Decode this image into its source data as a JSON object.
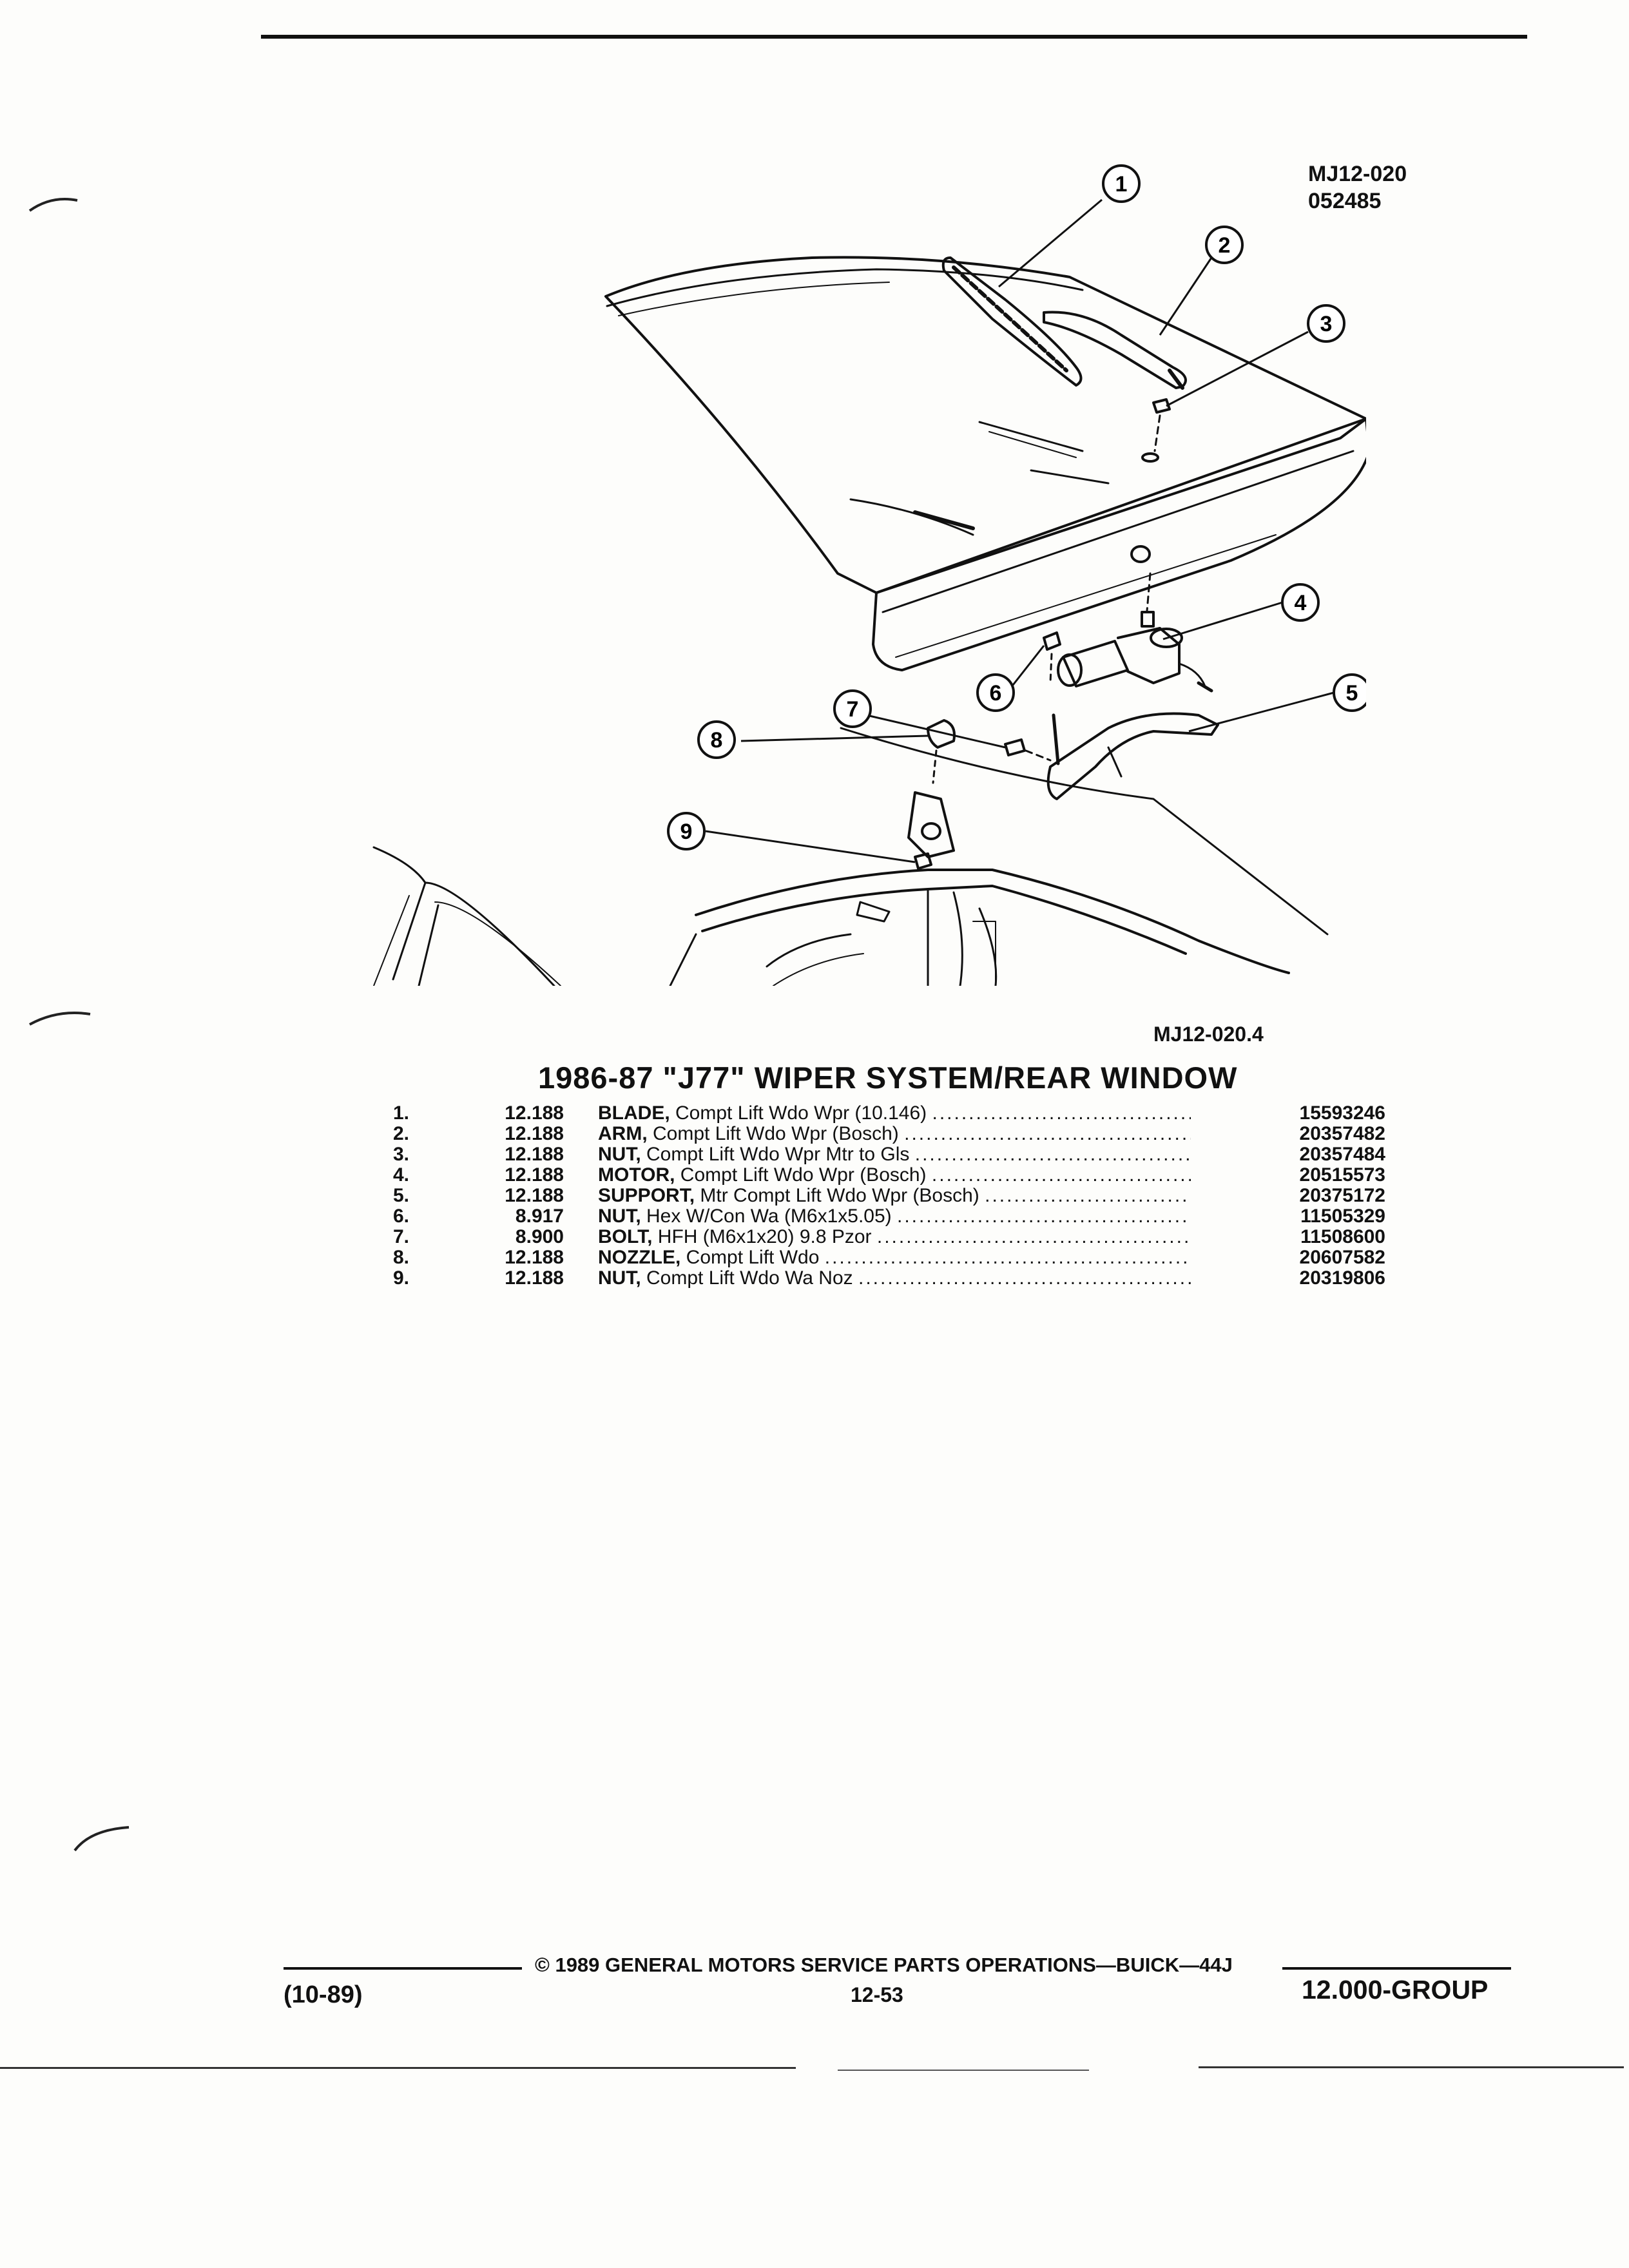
{
  "header": {
    "illustration_code": "MJ12-020",
    "illustration_date": "052485"
  },
  "figure": {
    "figure_code": "MJ12-020.4",
    "callouts": [
      "1",
      "2",
      "3",
      "4",
      "5",
      "6",
      "7",
      "8",
      "9"
    ]
  },
  "section": {
    "title": "1986-87 \"J77\" WIPER SYSTEM/REAR WINDOW"
  },
  "parts": [
    {
      "item": "1.",
      "group": "12.188",
      "name": "BLADE,",
      "desc": "Compt Lift Wdo Wpr (10.146)",
      "part_number": "15593246"
    },
    {
      "item": "2.",
      "group": "12.188",
      "name": "ARM,",
      "desc": "Compt Lift Wdo Wpr (Bosch)",
      "part_number": "20357482"
    },
    {
      "item": "3.",
      "group": "12.188",
      "name": "NUT,",
      "desc": "Compt Lift Wdo Wpr Mtr to Gls",
      "part_number": "20357484"
    },
    {
      "item": "4.",
      "group": "12.188",
      "name": "MOTOR,",
      "desc": "Compt Lift Wdo Wpr (Bosch)",
      "part_number": "20515573"
    },
    {
      "item": "5.",
      "group": "12.188",
      "name": "SUPPORT,",
      "desc": "Mtr Compt Lift Wdo Wpr (Bosch)",
      "part_number": "20375172"
    },
    {
      "item": "6.",
      "group": "8.917",
      "name": "NUT,",
      "desc": "Hex W/Con Wa (M6x1x5.05)",
      "part_number": "11505329"
    },
    {
      "item": "7.",
      "group": "8.900",
      "name": "BOLT,",
      "desc": "HFH (M6x1x20) 9.8 Pzor",
      "part_number": "11508600"
    },
    {
      "item": "8.",
      "group": "12.188",
      "name": "NOZZLE,",
      "desc": "Compt Lift Wdo",
      "part_number": "20607582"
    },
    {
      "item": "9.",
      "group": "12.188",
      "name": "NUT,",
      "desc": "Compt Lift Wdo Wa Noz",
      "part_number": "20319806"
    }
  ],
  "footer": {
    "copyright": "© 1989 GENERAL MOTORS SERVICE PARTS OPERATIONS—BUICK—44J",
    "date": "(10-89)",
    "page": "12-53",
    "group": "12.000-GROUP"
  }
}
